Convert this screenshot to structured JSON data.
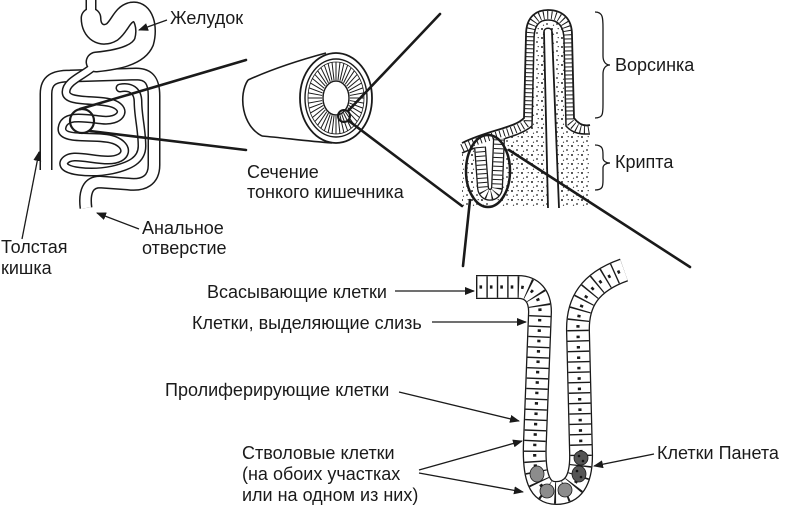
{
  "labels": {
    "stomach": "Желудок",
    "villus": "Ворсинка",
    "crypt": "Крипта",
    "section_line1": "Сечение",
    "section_line2": "тонкого кишечника",
    "anus_line1": "Анальное",
    "anus_line2": "отверстие",
    "colon_line1": "Толстая",
    "colon_line2": "кишка",
    "absorptive_cells": "Всасывающие клетки",
    "mucus_cells": "Клетки, выделяющие слизь",
    "proliferating_cells": "Пролиферирующие клетки",
    "stem_cells_line1": "Стволовые клетки",
    "stem_cells_line2": "(на обоих участках",
    "stem_cells_line3": "или на одном из них)",
    "paneth_cells": "Клетки Панета"
  }
}
